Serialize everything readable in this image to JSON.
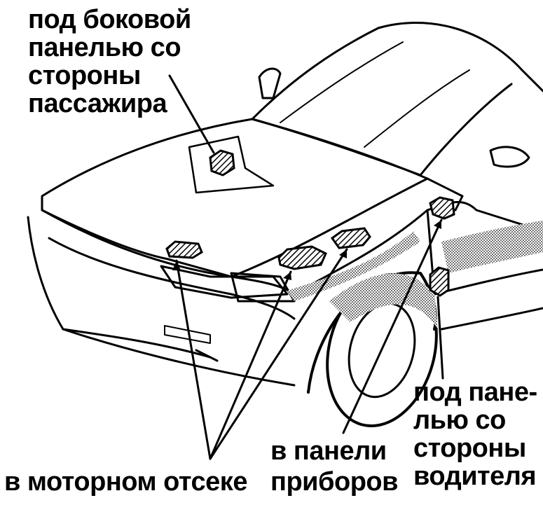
{
  "labels": {
    "passenger_side": [
      "под боковой",
      "панелью со",
      "стороны",
      "пассажира"
    ],
    "driver_side": [
      "под пане-",
      "лью со",
      "стороны",
      "водителя"
    ],
    "instrument_panel": [
      "в панели",
      "приборов"
    ],
    "engine_bay": "в моторном отсеке"
  },
  "colors": {
    "ink": "#000000",
    "paper": "#ffffff",
    "hatch": "#555555"
  }
}
